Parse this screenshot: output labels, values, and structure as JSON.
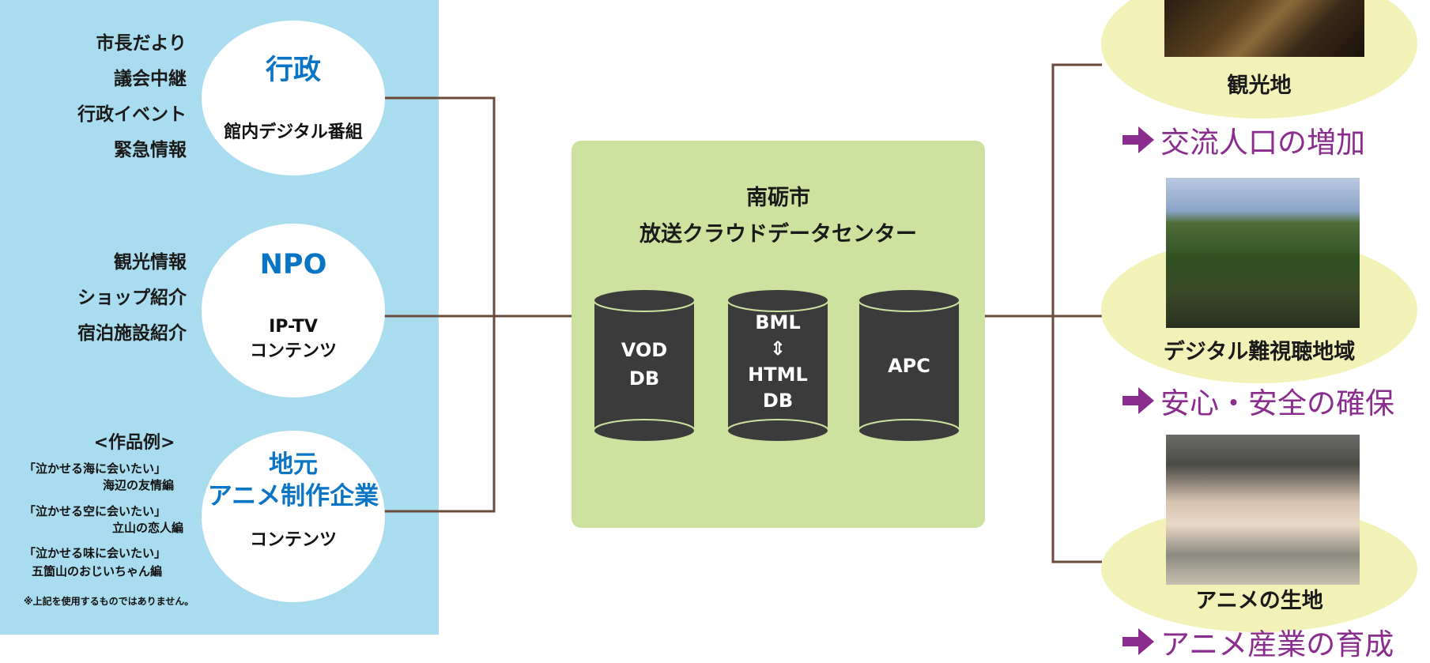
{
  "colors": {
    "left_panel": "#a9dcef",
    "center_box": "#cde29f",
    "accent_blue": "#0a74c5",
    "benefit_purple": "#8a2d8e",
    "ellipse": "#f1f1b8",
    "connector": "#6b4a3a",
    "db_cylinder": "#3b3b3b"
  },
  "sources": [
    {
      "title": "行政",
      "subtitle": "館内デジタル番組",
      "items": [
        "市長だより",
        "議会中継",
        "行政イベント",
        "緊急情報"
      ]
    },
    {
      "title": "NPO",
      "subtitle": "IP-TV\nコンテンツ",
      "items": [
        "観光情報",
        "ショップ紹介",
        "宿泊施設紹介"
      ]
    },
    {
      "title": "地元\nアニメ制作企業",
      "subtitle": "コンテンツ",
      "works_heading": "<作品例>",
      "works": [
        {
          "title": "「泣かせる海に会いたい」",
          "episode": "海辺の友情編"
        },
        {
          "title": "「泣かせる空に会いたい」",
          "episode": "立山の恋人編"
        },
        {
          "title": "「泣かせる味に会いたい」",
          "episode": "五箇山のおじいちゃん編"
        }
      ],
      "note": "※上記を使用するものではありません。"
    }
  ],
  "center": {
    "title_line1": "南砺市",
    "title_line2": "放送クラウドデータセンター",
    "databases": [
      {
        "label": "VOD\nDB"
      },
      {
        "label": "BML\n⇕\nHTML\nDB"
      },
      {
        "label": "APC"
      }
    ]
  },
  "targets": [
    {
      "label": "観光地",
      "benefit": "交流人口の増加",
      "icon": "arrow-right-icon"
    },
    {
      "label": "デジタル難視聴地域",
      "benefit": "安心・安全の確保",
      "icon": "arrow-right-icon"
    },
    {
      "label": "アニメの生地",
      "benefit": "アニメ産業の育成",
      "icon": "arrow-right-icon"
    }
  ]
}
